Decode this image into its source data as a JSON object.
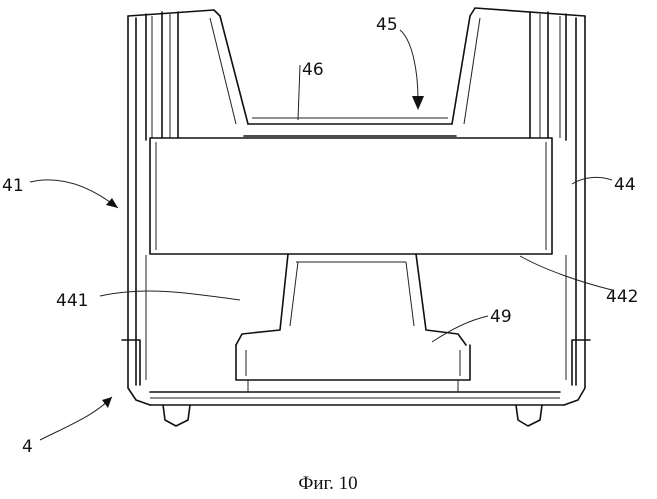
{
  "labels": {
    "ref_41": "41",
    "ref_4": "4",
    "ref_441": "441",
    "ref_46": "46",
    "ref_45": "45",
    "ref_44": "44",
    "ref_442": "442",
    "ref_49": "49"
  },
  "caption": "Фиг. 10"
}
